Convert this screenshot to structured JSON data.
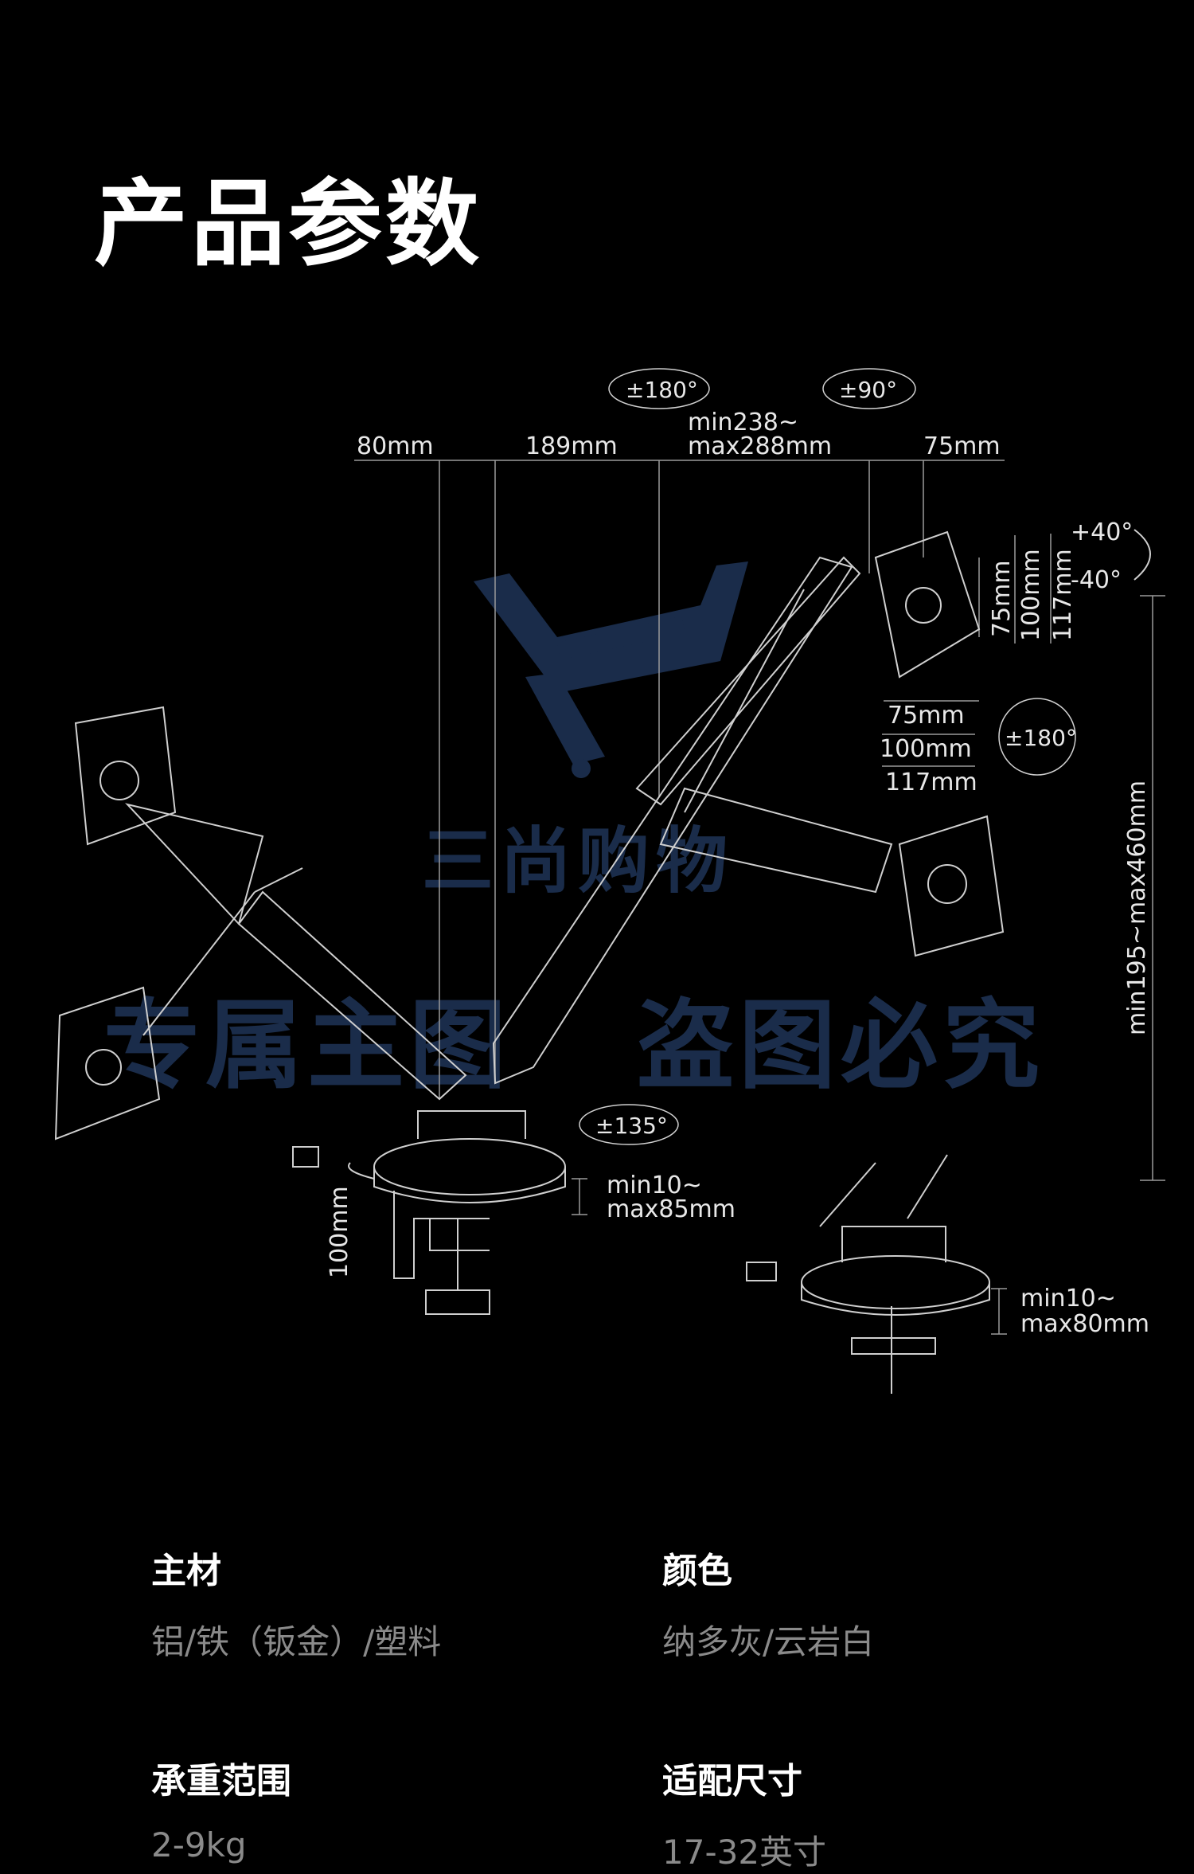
{
  "page": {
    "title": "产品参数"
  },
  "dimensions": {
    "rot_180_top": "±180°",
    "rot_90_top": "±90°",
    "width_80": "80mm",
    "width_189": "189mm",
    "width_min": "min238~",
    "width_max": "max288mm",
    "width_75": "75mm",
    "tilt_up": "+40°",
    "tilt_down": "-40°",
    "vesa_h_75": "75mm",
    "vesa_h_100": "100mm",
    "vesa_h_117": "117mm",
    "vesa_w_75": "75mm",
    "vesa_w_100": "100mm",
    "vesa_w_117": "117mm",
    "rot_180_right": "±180°",
    "height_range": "min195~max460mm",
    "rot_135": "±135°",
    "clamp_min": "min10~",
    "clamp_max": "max85mm",
    "clamp_depth": "100mm",
    "grommet_min": "min10~",
    "grommet_max": "max80mm"
  },
  "watermark": {
    "logo_text": "三尚购物",
    "line_left": "专属主图",
    "line_right": "盗图必究"
  },
  "specs": [
    {
      "label": "主材",
      "value": "铝/铁（钣金）/塑料"
    },
    {
      "label": "颜色",
      "value": "纳多灰/云岩白"
    },
    {
      "label": "承重范围",
      "value": "2-9kg"
    },
    {
      "label": "适配尺寸",
      "value": "17-32英寸"
    }
  ],
  "colors": {
    "background": "#000000",
    "title": "#ffffff",
    "value_text": "#8a8a8a",
    "watermark": "#1a2c4a"
  }
}
